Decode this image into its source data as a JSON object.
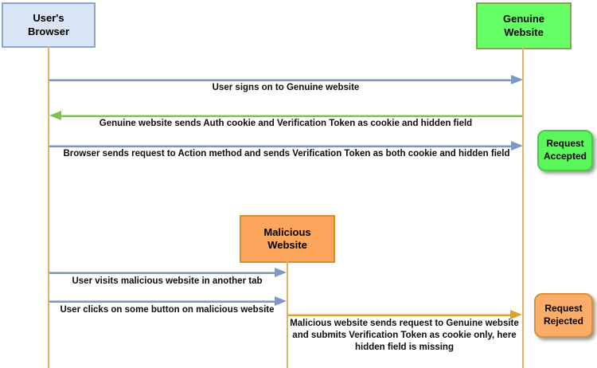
{
  "diagram": {
    "title_hint": "CSRF verification-token sequence diagram",
    "actors": [
      {
        "id": "users-browser",
        "label": "User's Browser",
        "fill": "#d9e5f5",
        "border": "#8ca6cf"
      },
      {
        "id": "genuine-website",
        "label": "Genuine Website",
        "fill": "#66ff66",
        "border": "#7ca945"
      },
      {
        "id": "malicious-website",
        "label": "Malicious Website",
        "fill": "#faa55b",
        "border": "#d98e2b"
      }
    ],
    "lifeline_color": "#e2b266",
    "messages": [
      {
        "text": "User signs on to Genuine website",
        "from": "users-browser",
        "to": "genuine-website",
        "direction": "right",
        "color": "#7d98c7"
      },
      {
        "text": "Genuine website sends Auth cookie and Verification Token as cookie and hidden field",
        "from": "genuine-website",
        "to": "users-browser",
        "direction": "left",
        "color": "#86bd5d"
      },
      {
        "text": "Browser sends request to Action method and sends Verification Token as both cookie and hidden field",
        "from": "users-browser",
        "to": "genuine-website",
        "direction": "right",
        "color": "#7d98c7"
      },
      {
        "text": "User visits malicious website in another tab",
        "from": "users-browser",
        "to": "malicious-website",
        "direction": "right",
        "color": "#7d98c7"
      },
      {
        "text": "User clicks on some button on malicious website",
        "from": "users-browser",
        "to": "malicious-website",
        "direction": "right",
        "color": "#7d98c7"
      },
      {
        "text": "Malicious website sends request to Genuine website and submits Verification Token as cookie only, here hidden field is missing",
        "from": "malicious-website",
        "to": "genuine-website",
        "direction": "right",
        "color": "#daa42c"
      }
    ],
    "results": [
      {
        "id": "accepted",
        "label": "Request Accepted",
        "fill": "#5bf65b",
        "border": "#4cc94c"
      },
      {
        "id": "rejected",
        "label": "Request Rejected",
        "fill": "#f9ad69",
        "border": "#d8913b"
      }
    ]
  }
}
